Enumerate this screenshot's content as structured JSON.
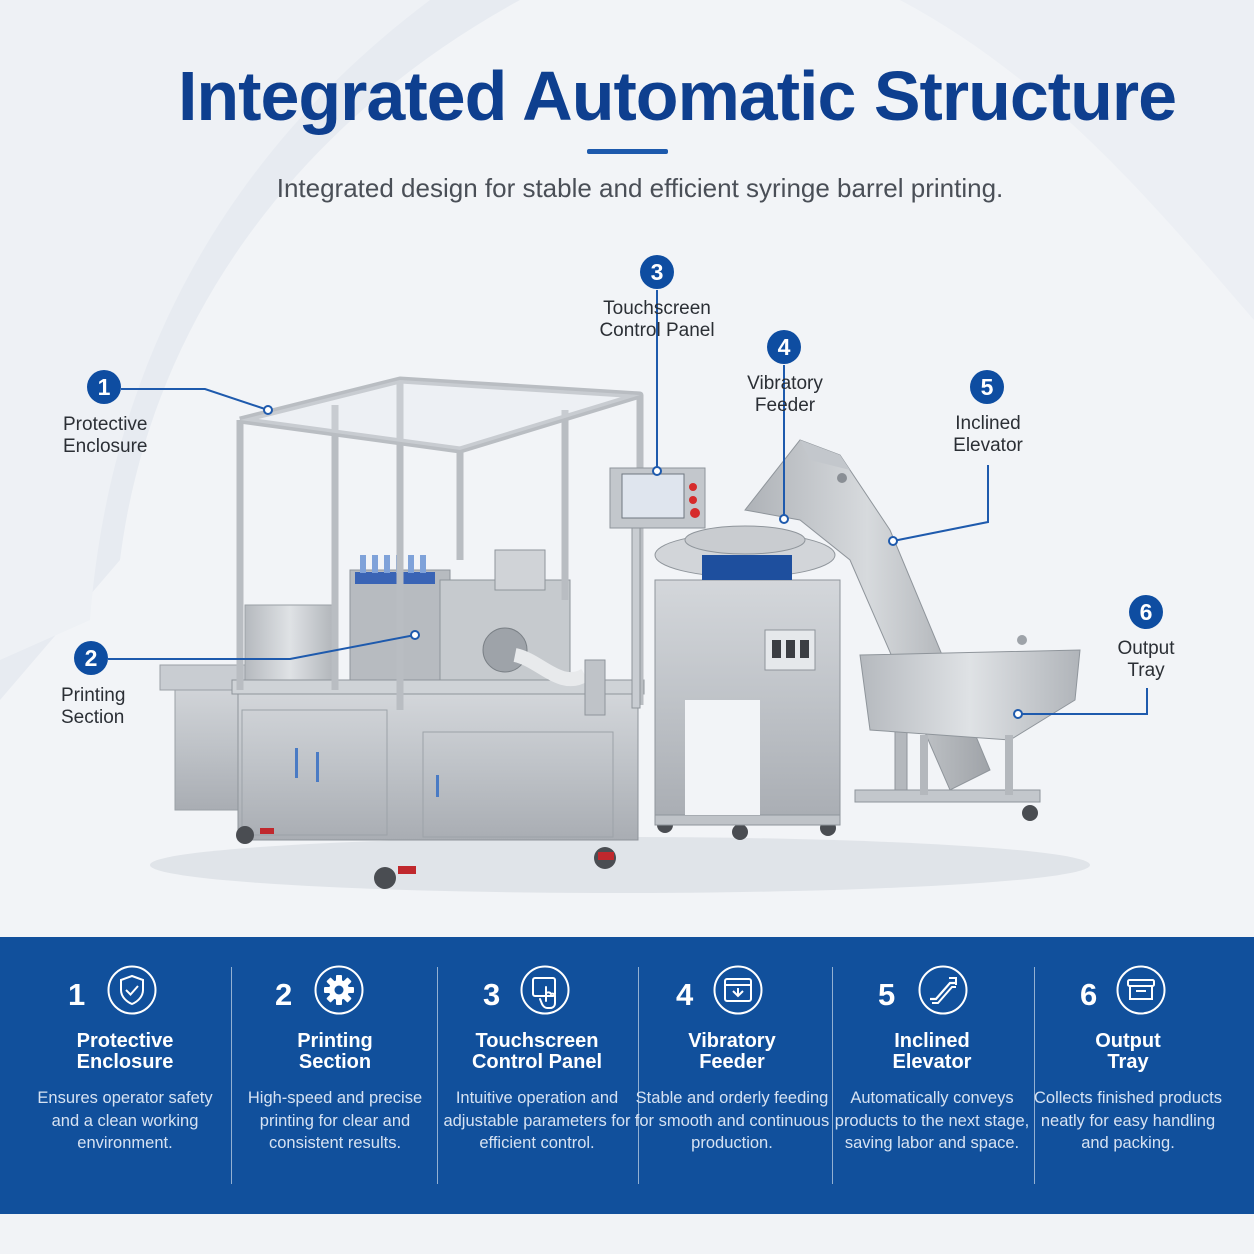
{
  "title": "Integrated Automatic Structure",
  "subtitle": "Integrated design for stable and efficient syringe barrel printing.",
  "callouts": [
    {
      "num": "1",
      "label": "Protective\nEnclosure"
    },
    {
      "num": "2",
      "label": "Printing\nSection"
    },
    {
      "num": "3",
      "label": "Touchscreen\nControl Panel"
    },
    {
      "num": "4",
      "label": "Vibratory\nFeeder"
    },
    {
      "num": "5",
      "label": "Inclined\nElevator"
    },
    {
      "num": "6",
      "label": "Output\nTray"
    }
  ],
  "features": [
    {
      "num": "1",
      "icon": "shield-check-icon",
      "title": "Protective\nEnclosure",
      "desc": "Ensures operator safety and a clean working environment."
    },
    {
      "num": "2",
      "icon": "gear-icon",
      "title": "Printing\nSection",
      "desc": "High-speed and precise printing for clear and consistent results."
    },
    {
      "num": "3",
      "icon": "touchscreen-hand-icon",
      "title": "Touchscreen\nControl Panel",
      "desc": "Intuitive operation and adjustable parameters for efficient control."
    },
    {
      "num": "4",
      "icon": "feeder-box-icon",
      "title": "Vibratory\nFeeder",
      "desc": "Stable and orderly feeding for smooth and continuous production."
    },
    {
      "num": "5",
      "icon": "inclined-elevator-icon",
      "title": "Inclined\nElevator",
      "desc": "Automatically conveys products to the next stage, saving labor and space."
    },
    {
      "num": "6",
      "icon": "output-tray-icon",
      "title": "Output\nTray",
      "desc": "Collects finished products neatly for easy handling and packing."
    }
  ],
  "colors": {
    "brand_blue": "#11509c",
    "title_blue": "#0e3f8f",
    "callout_blue": "#0e4da1"
  }
}
